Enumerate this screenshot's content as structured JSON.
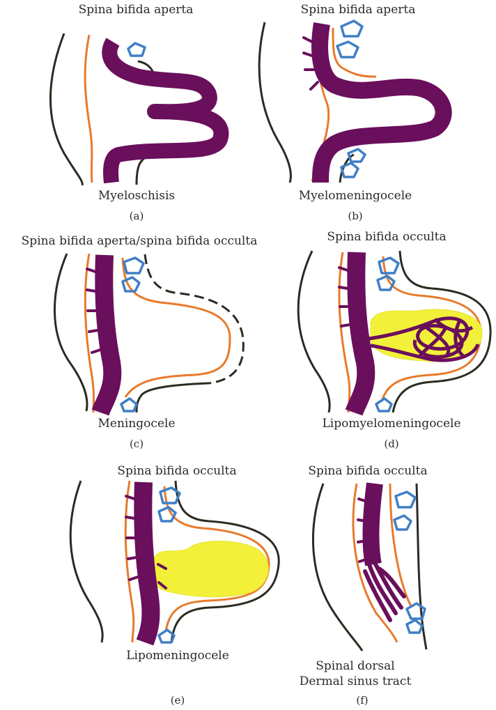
{
  "panels": [
    {
      "id": "a",
      "title": "Spina bifida aperta",
      "name": "Myeloschisis",
      "letter": "(a)"
    },
    {
      "id": "b",
      "title": "Spina bifida aperta",
      "name": "Myelomeningocele",
      "letter": "(b)"
    },
    {
      "id": "c",
      "title": "Spina bifida aperta/spina bifida occulta",
      "name": "Meningocele",
      "letter": "(c)"
    },
    {
      "id": "d",
      "title": "Spina bifida occulta",
      "name": "Lipomyelomeningocele",
      "letter": "(d)"
    },
    {
      "id": "e",
      "title": "Spina bifida occulta",
      "name": "Lipomeningocele",
      "letter": "(e)"
    },
    {
      "id": "f",
      "title": "Spina bifida occulta",
      "name_line1": "Spinal dorsal",
      "name_line2": "Dermal sinus tract",
      "letter": "(f)"
    }
  ],
  "colors": {
    "spinal_cord": "#6a0f5c",
    "dura": "#e87a2c",
    "skin": "#2b2b20",
    "vertebra": "#3f7fc6",
    "lipoma": "#f3f03a",
    "text": "#2a2a2a"
  }
}
